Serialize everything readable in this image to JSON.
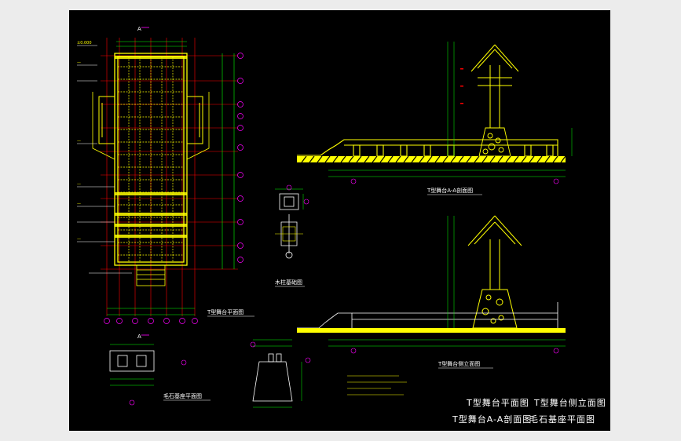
{
  "drawing": {
    "labels": {
      "plan": "T型舞台平面图",
      "section": "T型舞台A-A剖面图",
      "side_elevation": "T型舞台侧立面图",
      "pedestal_plan": "毛石基座平面图",
      "wood_column": "木柱基础图",
      "section_marker": "A"
    },
    "title_block": {
      "row1_left": "T型舞台平面图",
      "row1_right": "T型舞台侧立面图",
      "row2_left": "T型舞台A-A剖面图",
      "row2_right": "毛石基座平面图"
    },
    "colors": {
      "background": "#000000",
      "structure": "#ffff00",
      "grid": "#ff0000",
      "dimension": "#00ff00",
      "axis_bubble": "#ff00ff",
      "text": "#ffffff",
      "wall": "#ffffff"
    }
  }
}
